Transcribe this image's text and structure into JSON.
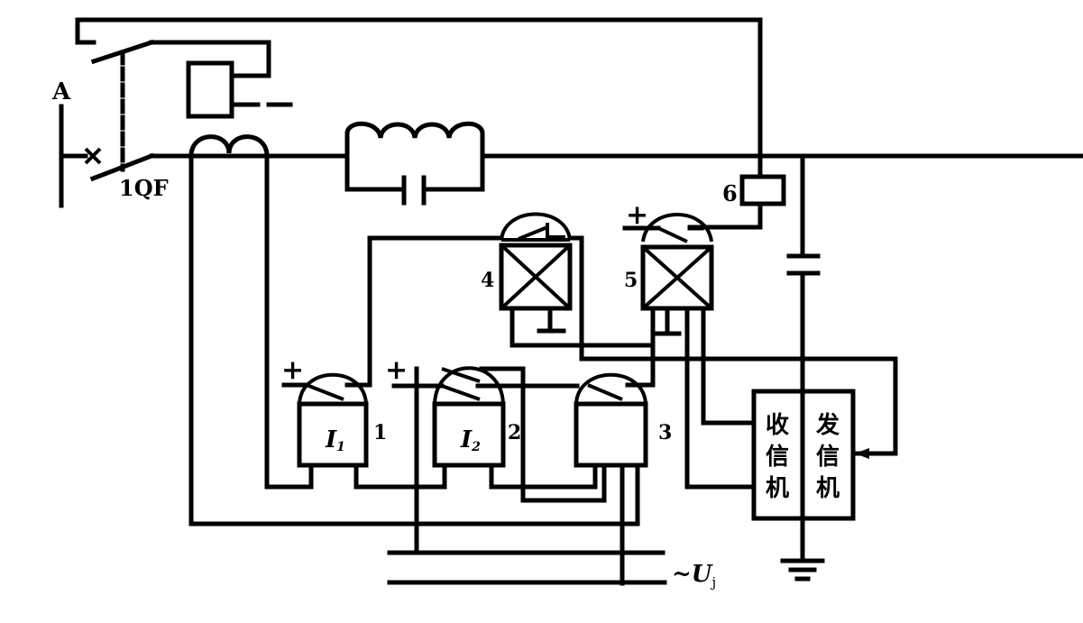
{
  "diagram": {
    "title": "High-frequency directional comparison protection schematic",
    "labels": {
      "bus": "A",
      "breaker": "1QF",
      "relay_1": "1",
      "relay_2": "2",
      "relay_3": "3",
      "relay_4": "4",
      "relay_5": "5",
      "relay_6": "6",
      "relay_1_quantity": "I",
      "relay_1_subscript": "1",
      "relay_2_quantity": "I",
      "relay_2_subscript": "2",
      "plus_1": "+",
      "plus_2": "+",
      "plus_5": "+",
      "voltage_tilde": "~",
      "voltage_symbol": "U",
      "voltage_subscript": "j"
    },
    "receiver": {
      "chars": [
        "收",
        "信",
        "机"
      ]
    },
    "transmitter": {
      "chars": [
        "发",
        "信",
        "机"
      ]
    },
    "components": [
      {
        "id": "bus-A",
        "type": "busbar"
      },
      {
        "id": "1QF",
        "type": "circuit-breaker"
      },
      {
        "id": "trip-coil",
        "type": "coil"
      },
      {
        "id": "ct",
        "type": "current-transformer"
      },
      {
        "id": "wave-trap",
        "type": "lc-trap"
      },
      {
        "id": "coupling-capacitor",
        "type": "capacitor"
      },
      {
        "id": "relay-1",
        "type": "current-relay"
      },
      {
        "id": "relay-2",
        "type": "current-relay"
      },
      {
        "id": "relay-3",
        "type": "power-direction-relay"
      },
      {
        "id": "relay-4",
        "type": "intermediate-relay"
      },
      {
        "id": "relay-5",
        "type": "intermediate-relay"
      },
      {
        "id": "relay-6",
        "type": "signal-relay"
      },
      {
        "id": "receiver",
        "type": "receiver"
      },
      {
        "id": "transmitter",
        "type": "transmitter"
      },
      {
        "id": "ground",
        "type": "earth"
      }
    ]
  }
}
